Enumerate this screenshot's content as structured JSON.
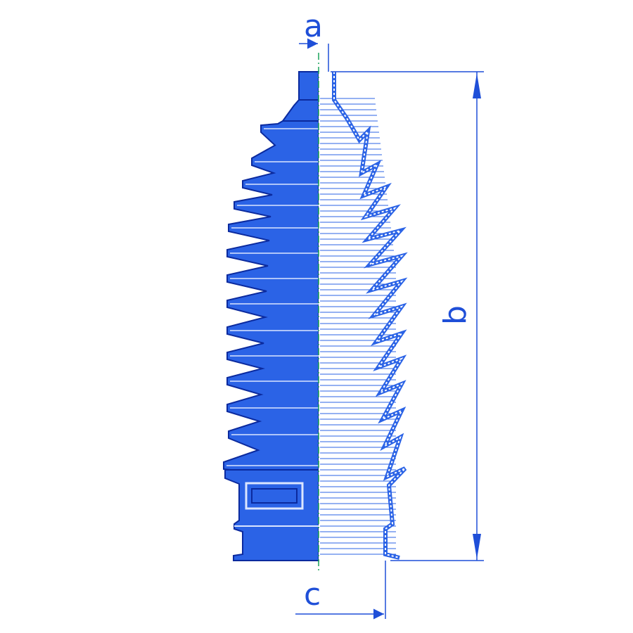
{
  "diagram": {
    "labels": {
      "a": "a",
      "b": "b",
      "c": "c"
    },
    "colors": {
      "dimension": "#1f4fd8",
      "body_fill": "#2b63e6",
      "body_stroke": "#0b2a9e",
      "section_fill": "#ffffff",
      "centerline": "#1aa35a"
    }
  }
}
